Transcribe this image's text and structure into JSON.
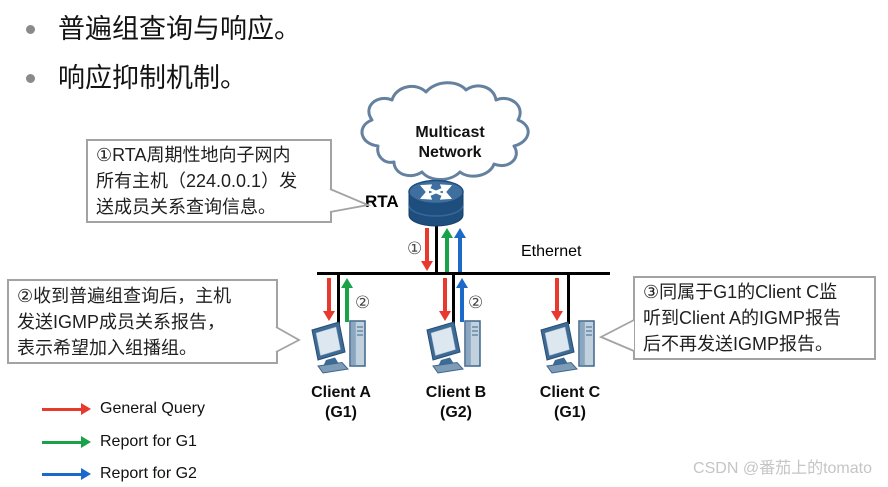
{
  "colors": {
    "general-query": "#e8392f",
    "report-g1": "#19a24a",
    "report-g2": "#1b6ac9",
    "line": "#000000",
    "cloud-stroke": "#64819f",
    "callout-border": "#a3a3a3",
    "marker": "#4a4a4a",
    "watermark": "#c5c5c5"
  },
  "bullets": [
    {
      "text": "普遍组查询与响应。"
    },
    {
      "text": "响应抑制机制。"
    }
  ],
  "callouts": [
    {
      "lines": [
        "①RTA周期性地向子网内",
        "所有主机（224.0.0.1）发",
        "送成员关系查询信息。"
      ]
    },
    {
      "lines": [
        "②收到普遍组查询后，主机",
        "发送IGMP成员关系报告，",
        "表示希望加入组播组。"
      ]
    },
    {
      "lines": [
        "③同属于G1的Client C监",
        "听到Client A的IGMP报告",
        "后不再发送IGMP报告。"
      ]
    }
  ],
  "diagram": {
    "cloud": {
      "line1": "Multicast",
      "line2": "Network"
    },
    "router_label": "RTA",
    "ethernet_label": "Ethernet",
    "markers": {
      "step1": "①",
      "step2a": "②",
      "step2b": "②"
    },
    "clients": [
      {
        "name": "Client A",
        "group": "(G1)"
      },
      {
        "name": "Client B",
        "group": "(G2)"
      },
      {
        "name": "Client C",
        "group": "(G1)"
      }
    ]
  },
  "legend": {
    "items": [
      {
        "label": "General Query",
        "color": "#e8392f"
      },
      {
        "label": "Report for G1",
        "color": "#19a24a"
      },
      {
        "label": "Report for G2",
        "color": "#1b6ac9"
      }
    ]
  },
  "watermark": {
    "text": "CSDN @番茄上的tomato"
  }
}
